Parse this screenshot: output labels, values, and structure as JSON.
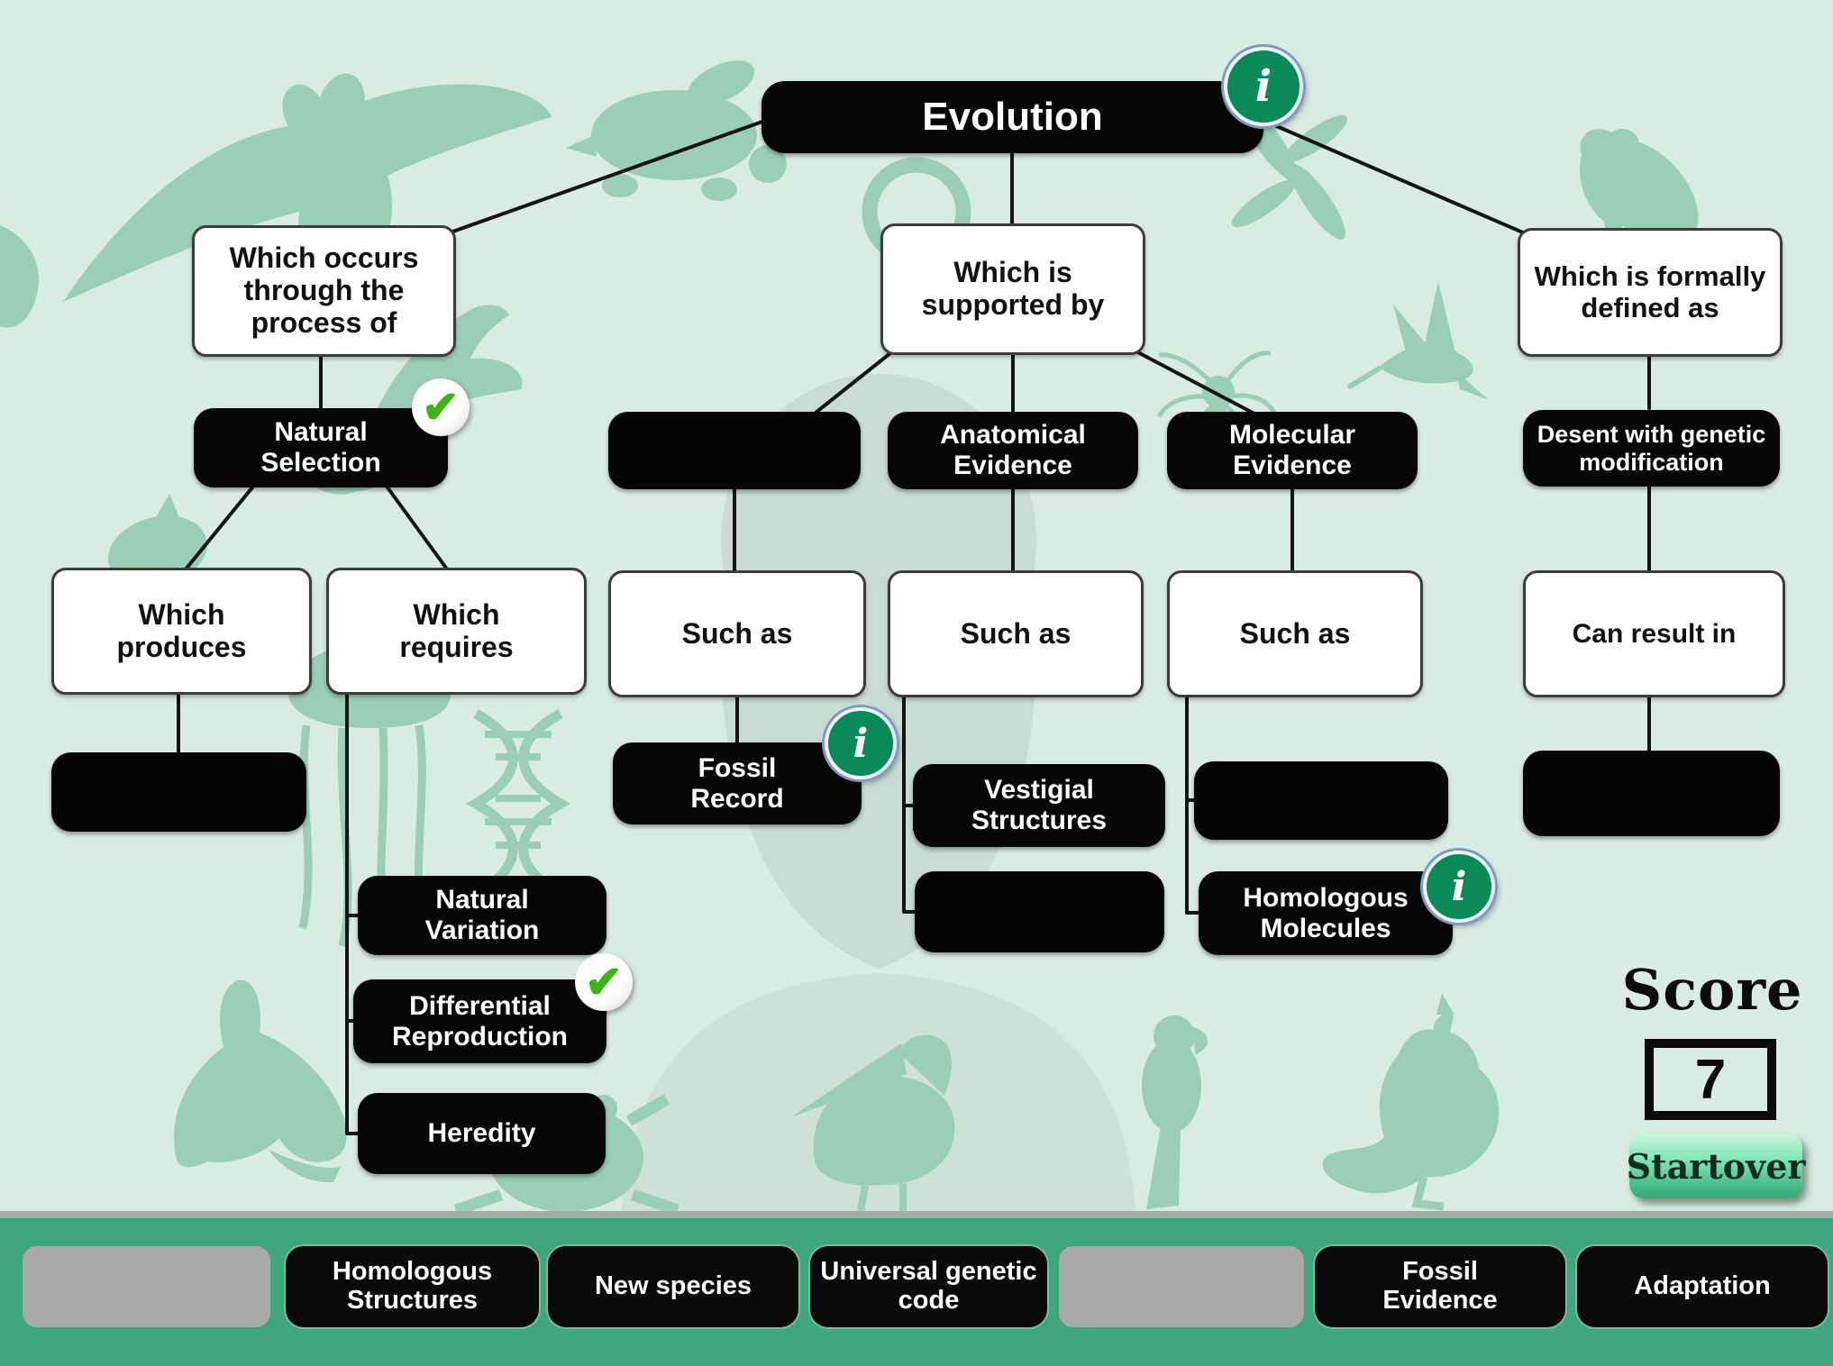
{
  "colors": {
    "background": "#d9ece4",
    "silhouette": "#9bceb6",
    "node_black": "#070707",
    "node_white": "#ffffff",
    "tray_green": "#3ea57c",
    "tray_divider_gray": "#a3aca7",
    "empty_tile_gray": "#a9a9a9",
    "info_badge_green": "#0b8a59",
    "check_green": "#3cb514",
    "startover_gradient_top": "#c9f8de",
    "startover_gradient_bottom": "#2ea874"
  },
  "icons": {
    "info_glyph": "i",
    "check_glyph": "✔"
  },
  "map": {
    "root_label": "Evolution",
    "left": {
      "connector": "Which occurs\nthrough the\nprocess of",
      "natural_selection": "Natural\nSelection",
      "which_produces": "Which\nproduces",
      "which_requires": "Which\nrequires",
      "produces_blank": "",
      "requires_items": [
        "Natural\nVariation",
        "Differential\nReproduction",
        "Heredity"
      ]
    },
    "middle": {
      "connector": "Which is\nsupported by",
      "evidence_blank": "",
      "anatomical": "Anatomical\nEvidence",
      "molecular": "Molecular\nEvidence",
      "such_as": "Such as",
      "fossil_record": "Fossil\nRecord",
      "vestigial": "Vestigial\nStructures",
      "anatomical_blank": "",
      "molecular_blank": "",
      "homologous_molecules": "Homologous\nMolecules"
    },
    "right": {
      "connector": "Which is formally\ndefined as",
      "definition": "Desent with genetic\nmodification",
      "can_result_in": "Can result in",
      "result_blank": ""
    }
  },
  "score": {
    "label": "Score",
    "value": "7"
  },
  "controls": {
    "startover": "Startover"
  },
  "tray": {
    "tiles": [
      {
        "label": "",
        "kind": "empty"
      },
      {
        "label": "Homologous\nStructures",
        "kind": "answer"
      },
      {
        "label": "New species",
        "kind": "answer"
      },
      {
        "label": "Universal genetic\ncode",
        "kind": "answer"
      },
      {
        "label": "",
        "kind": "empty"
      },
      {
        "label": "Fossil\nEvidence",
        "kind": "answer"
      },
      {
        "label": "Adaptation",
        "kind": "answer"
      }
    ]
  }
}
